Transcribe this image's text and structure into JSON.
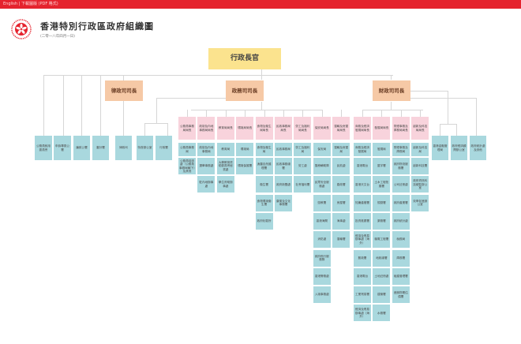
{
  "topbar": {
    "links": [
      "English",
      "|",
      "下載圖版 (PDF 格式)"
    ],
    "color": "#e5232e"
  },
  "header": {
    "title": "香港特別行政區政府組織圖",
    "subtitle": "(二零一八年四月一日)",
    "emblem": "bauhinia-emblem-icon"
  },
  "chart": {
    "chief_executive": "行政長官",
    "secretaries": {
      "justice": "律政司司長",
      "chief_secretary": "政務司司長",
      "financial": "財政司司長"
    },
    "independent_bodies": [
      "公務員敍用委員會",
      "申訴專員公署",
      "廉政公署",
      "審計署"
    ],
    "justice_dept": "律政司",
    "ce_offices": [
      "特首辦公室",
      "行政署"
    ],
    "cs_bureaus": [
      {
        "bureau": "公務員事務局局長",
        "depts": [
          "公務員事務局",
          "公務員培訓處（公務員事務局轄下）及其他"
        ]
      },
      {
        "bureau": "政制及內地事務局局長",
        "depts": [
          "政制及內地事務局",
          "選舉事務處",
          "駐內地辦事處"
        ]
      },
      {
        "bureau": "教育局局長",
        "depts": [
          "教育局",
          "大學教育資助委員會秘書處",
          "學生資助辦事處"
        ]
      },
      {
        "bureau": "環境局局長",
        "depts": [
          "環境局",
          "環境保護署"
        ]
      },
      {
        "bureau": "食物及衞生局局長",
        "depts": [
          "食物及衞生局",
          "漁農自然護理署",
          "衞生署",
          "食物環境衞生署",
          "政府化驗所"
        ]
      },
      {
        "bureau": "民政事務局局長",
        "depts": [
          "民政事務局",
          "民政事務總署",
          "政府新聞處",
          "康樂及文化事務署"
        ]
      },
      {
        "bureau": "勞工及福利局局長",
        "depts": [
          "勞工及福利局",
          "勞工處",
          "社會福利署"
        ]
      },
      {
        "bureau": "保安局局長",
        "depts": [
          "保安局",
          "醫療輔助隊",
          "民眾安全服務處",
          "懲教署",
          "香港海關",
          "消防處",
          "政府飛行服務隊",
          "香港警務處",
          "入境事務處"
        ]
      },
      {
        "bureau": "運輸及房屋局局長",
        "depts": [
          "運輸及房屋局",
          "民航處",
          "路政署",
          "房屋署",
          "海事處",
          "運輸署"
        ]
      }
    ],
    "fs_bureaus": [
      {
        "bureau": "商務及經濟發展局局長",
        "depts": [
          "商務及經濟發展局",
          "香港電台",
          "香港天文台",
          "知識產權署",
          "投資推廣署",
          "經濟及貿易辦事處（海外）",
          "郵政署",
          "香港電台",
          "工業貿易署",
          "經濟及貿易辦事處（海外）"
        ]
      },
      {
        "bureau": "發展局局長",
        "depts": [
          "發展局",
          "屋宇署",
          "土木工程拓展署",
          "規劃署",
          "渠務署",
          "機電工程署",
          "地政總署",
          "土地註冊處",
          "建築署",
          "水務署"
        ]
      },
      {
        "bureau": "財經事務及庫務局局長",
        "depts": [
          "財經事務及庫務局",
          "政府物流服務署",
          "公司註冊處",
          "政府產業署",
          "政府統計處",
          "稅務局",
          "庫務署",
          "破產管理署",
          "差餉物業估價署"
        ]
      },
      {
        "bureau": "創新及科技局局長",
        "depts": [
          "創新及科技局",
          "創新科技署",
          "政府資訊科技總監辦公室",
          "效率促進辦公室"
        ]
      }
    ],
    "fs_offices": [
      "香港金融管理局",
      "政府經濟顧問辦公室",
      "政府統計處及其他"
    ]
  },
  "colors": {
    "chief_executive": "#fbe38e",
    "secretary": "#f6c9a6",
    "bureau": "#f8d3dc",
    "department": "#a9d8de",
    "connector": "#d6d6d6"
  }
}
